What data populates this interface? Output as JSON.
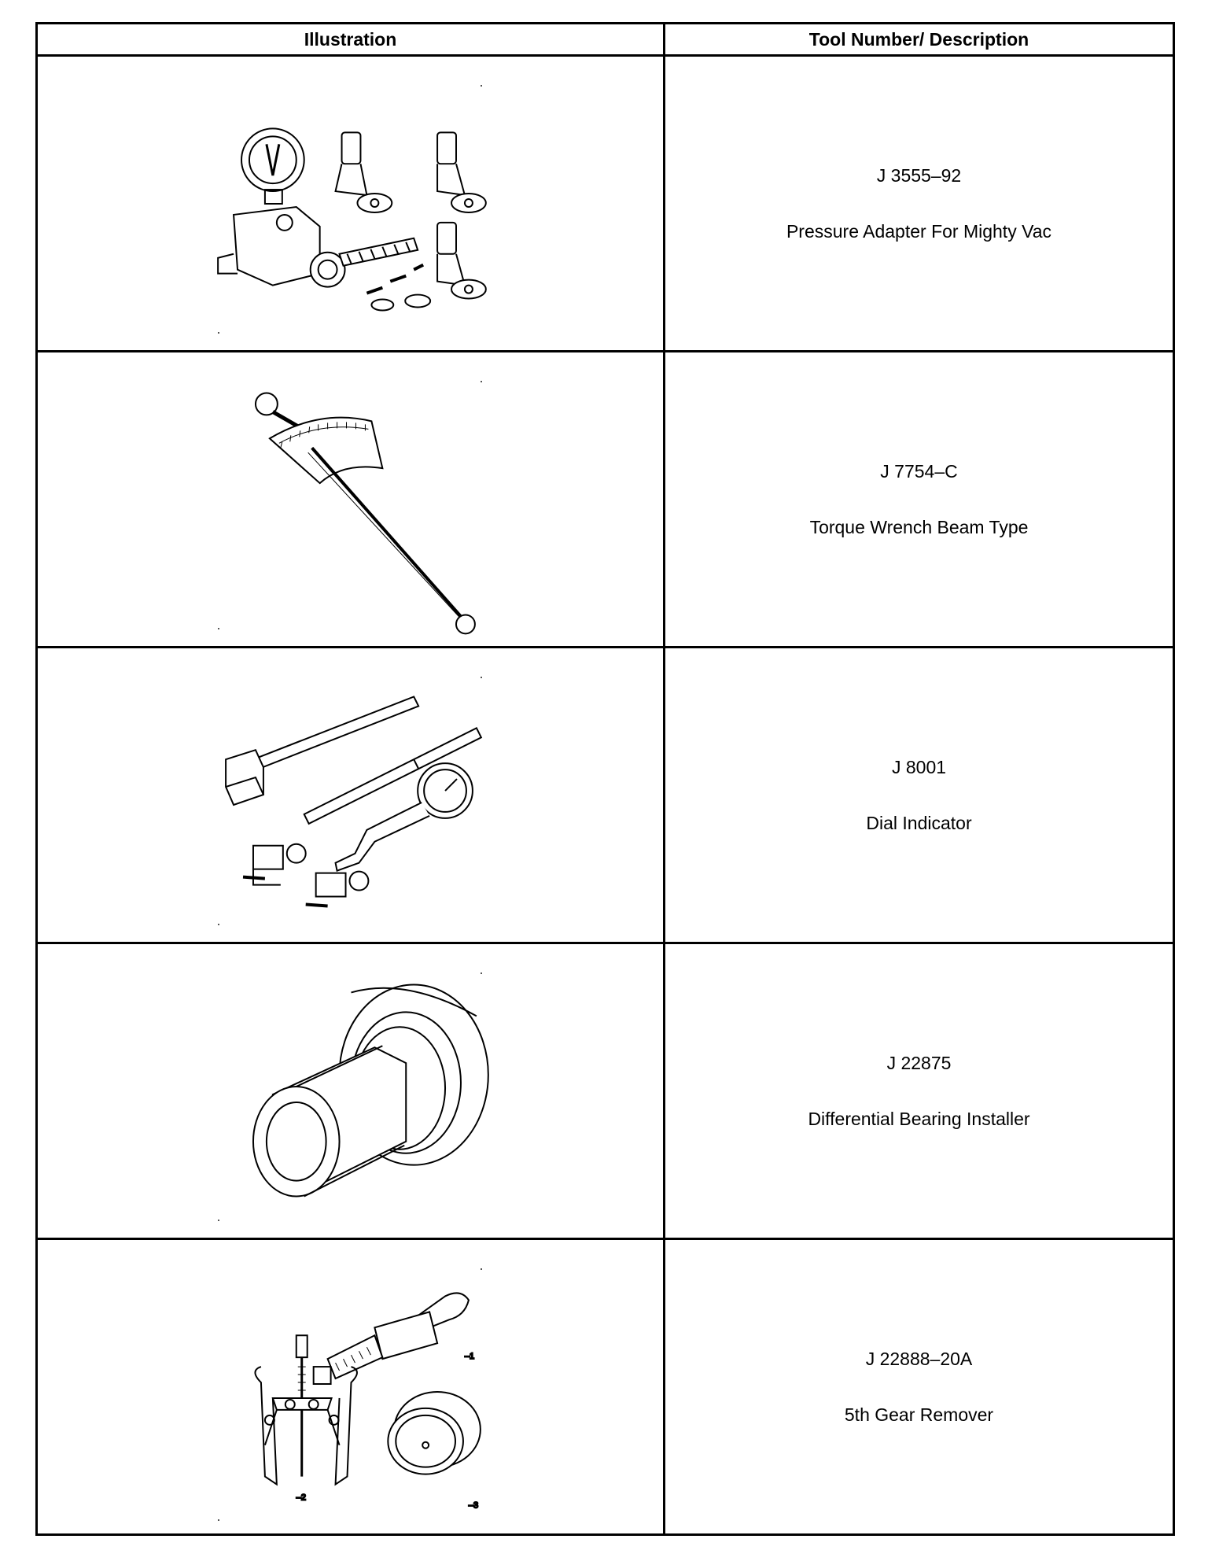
{
  "table": {
    "headers": {
      "illustration": "Illustration",
      "tool_description": "Tool Number/ Description"
    },
    "rows": [
      {
        "tool_number": "J 3555–92",
        "description": "Pressure Adapter For Mighty Vac",
        "illustration_icon": "pressure-adapter-kit-icon",
        "part_labels": []
      },
      {
        "tool_number": "J 7754–C",
        "description": "Torque Wrench Beam Type",
        "illustration_icon": "torque-wrench-icon",
        "part_labels": []
      },
      {
        "tool_number": "J 8001",
        "description": "Dial Indicator",
        "illustration_icon": "dial-indicator-set-icon",
        "part_labels": []
      },
      {
        "tool_number": "J 22875",
        "description": "Differential Bearing Installer",
        "illustration_icon": "bearing-installer-icon",
        "part_labels": []
      },
      {
        "tool_number": "J 22888–20A",
        "description": "5th Gear Remover",
        "illustration_icon": "gear-puller-set-icon",
        "part_labels": [
          "–1",
          "–2",
          "–3"
        ]
      }
    ]
  }
}
